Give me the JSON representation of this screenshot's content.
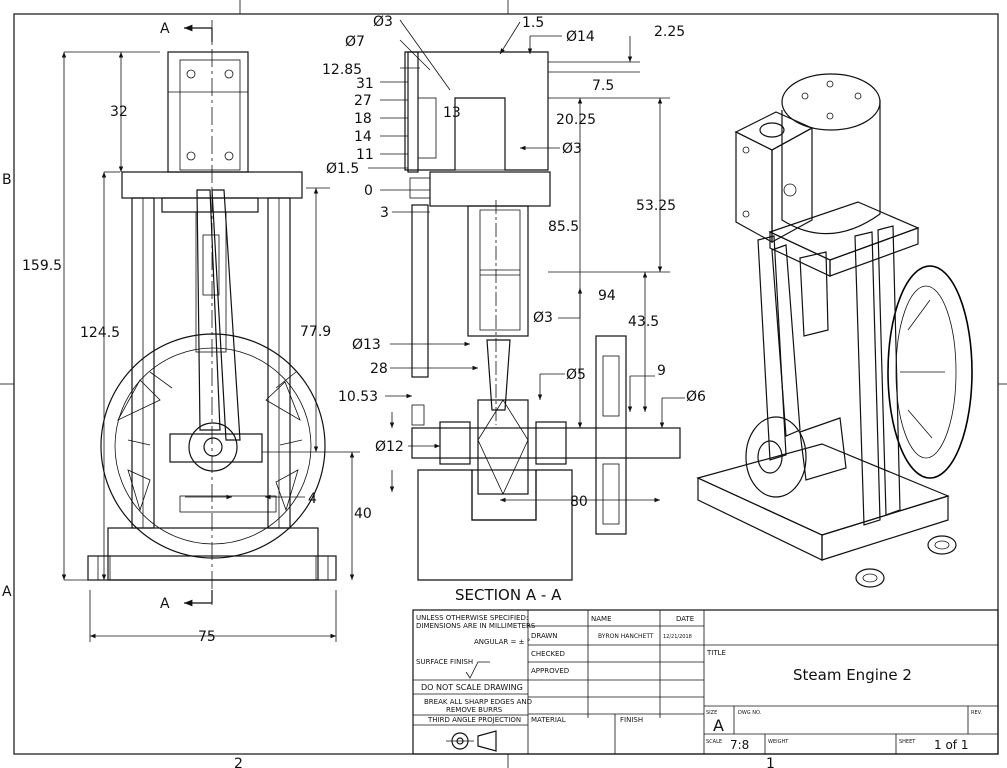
{
  "drawing": {
    "section_marker_top": "A",
    "section_marker_bottom": "A",
    "section_title": "SECTION A - A",
    "zone_left": "B",
    "zone_left_lower": "A",
    "zone_bottom_left": "2",
    "zone_bottom_right": "1"
  },
  "front_dims": {
    "d32": "32",
    "d159_5": "159.5",
    "d124_5": "124.5",
    "d77_9": "77.9",
    "d4": "4",
    "d40": "40",
    "d75": "75"
  },
  "section_dims": {
    "dia3_top": "Ø3",
    "dia7": "Ø7",
    "d12_85": "12.85",
    "d31": "31",
    "d27": "27",
    "d18": "18",
    "d14": "14",
    "d11": "11",
    "dia1_5": "Ø1.5",
    "d0": "0",
    "d3": "3",
    "d13": "13",
    "d1_5": "1.5",
    "dia14": "Ø14",
    "d2_25": "2.25",
    "d7_5": "7.5",
    "d20_25": "20.25",
    "dia3_mid": "Ø3",
    "d53_25": "53.25",
    "d85_5": "85.5",
    "d94": "94",
    "d43_5": "43.5",
    "dia3_low": "Ø3",
    "dia13": "Ø13",
    "d28": "28",
    "dia5": "Ø5",
    "d9": "9",
    "d10_53": "10.53",
    "dia6": "Ø6",
    "dia12": "Ø12",
    "d80": "80"
  },
  "title_block": {
    "unless": "UNLESS OTHERWISE SPECIFIED:",
    "dims_in": "DIMENSIONS ARE IN MILLIMETERS",
    "angular": "ANGULAR = ± °",
    "surface_finish": "SURFACE FINISH",
    "do_not_scale": "DO NOT SCALE DRAWING",
    "break_edges_1": "BREAK ALL SHARP EDGES AND",
    "break_edges_2": "REMOVE BURRS",
    "projection": "THIRD ANGLE PROJECTION",
    "name_header": "NAME",
    "date_header": "DATE",
    "drawn_label": "DRAWN",
    "drawn_name": "BYRON HANCHETT",
    "drawn_date": "12/21/2018",
    "checked_label": "CHECKED",
    "approved_label": "APPROVED",
    "material_label": "MATERIAL",
    "finish_label": "FINISH",
    "title_label": "TITLE",
    "title": "Steam Engine 2",
    "size_label": "SIZE",
    "size": "A",
    "dwg_label": "DWG NO.",
    "rev_label": "REV.",
    "scale_label": "SCALE",
    "scale": "7:8",
    "weight_label": "WEIGHT",
    "sheet_label": "SHEET",
    "sheet": "1 of 1"
  }
}
